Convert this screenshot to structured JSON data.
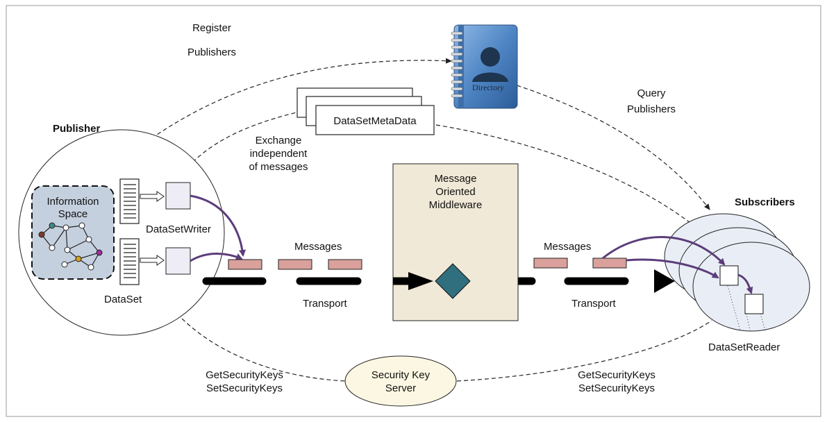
{
  "publisher": {
    "title": "Publisher",
    "info_space_line1": "Information",
    "info_space_line2": "Space",
    "dataset_writer": "DataSetWriter",
    "dataset": "DataSet"
  },
  "subscribers": {
    "title": "Subscribers",
    "dataset_reader": "DataSetReader"
  },
  "directory": {
    "label": "Directory",
    "register_line1": "Register",
    "register_line2": "Publishers",
    "query_line1": "Query",
    "query_line2": "Publishers"
  },
  "metadata": {
    "label": "DataSetMetaData",
    "exchange_line1": "Exchange",
    "exchange_line2": "independent",
    "exchange_line3": "of messages"
  },
  "middleware": {
    "line1": "Message",
    "line2": "Oriented",
    "line3": "Middleware"
  },
  "transport": {
    "messages_left": "Messages",
    "messages_right": "Messages",
    "transport_left": "Transport",
    "transport_right": "Transport"
  },
  "security": {
    "server_line1": "Security Key",
    "server_line2": "Server",
    "left_get": "GetSecurityKeys",
    "left_set": "SetSecurityKeys",
    "right_get": "GetSecurityKeys",
    "right_set": "SetSecurityKeys"
  },
  "colors": {
    "frame_border": "#9a9a9a",
    "info_space_fill": "#c5d0df",
    "message_fill": "#d9a09c",
    "middleware_fill": "#f1e9d7",
    "diamond_fill": "#2f6f7e",
    "arrow_purple": "#5c3d7a",
    "subscriber_fill": "#e9eef6",
    "key_server_fill": "#fbf7e2",
    "directory_blue": "#4f86c4"
  }
}
